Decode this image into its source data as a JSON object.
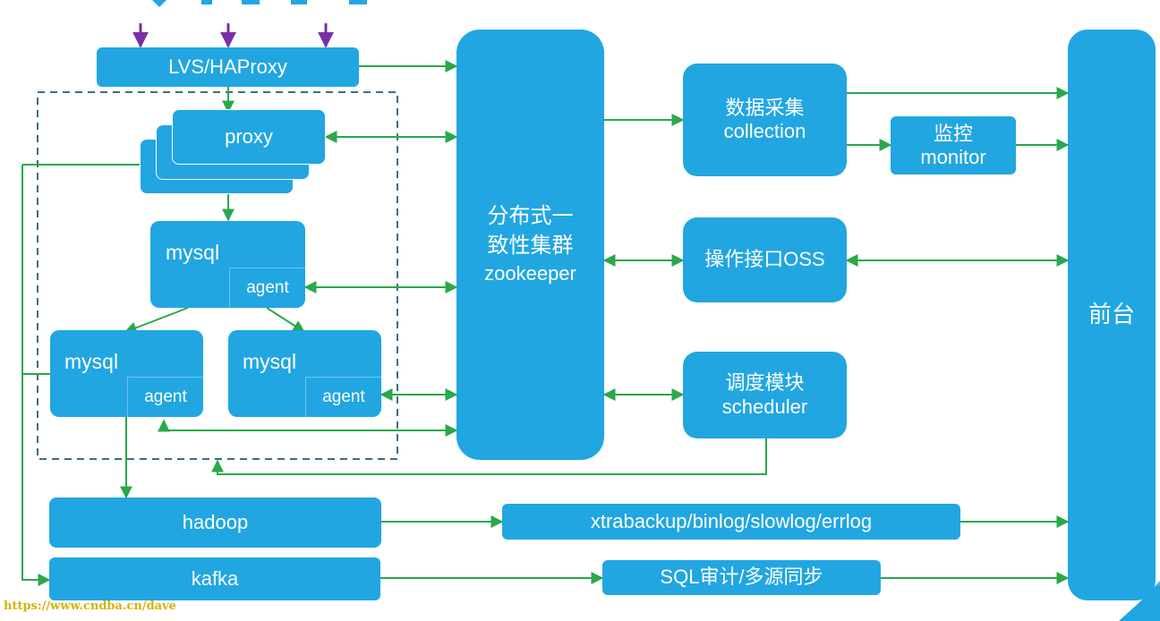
{
  "lvs": "LVS/HAProxy",
  "proxy": "proxy",
  "mysql_master": "mysql",
  "mysql_slave_a": "mysql",
  "mysql_slave_b": "mysql",
  "agent": "agent",
  "zookeeper": [
    "分布式一",
    "致性集群",
    "zookeeper"
  ],
  "collection": [
    "数据采集",
    "collection"
  ],
  "monitor": [
    "监控",
    "monitor"
  ],
  "oss": "操作接口OSS",
  "scheduler": [
    "调度模块",
    "scheduler"
  ],
  "frontend": "前台",
  "hadoop": "hadoop",
  "kafka": "kafka",
  "logs": "xtrabackup/binlog/slowlog/errlog",
  "sql_audit": "SQL审计/多源同步",
  "watermark": "https://www.cndba.cn/dave",
  "colors": {
    "box": "#21a6e2",
    "arrow": "#2aa84a",
    "entry_arrow": "#7a2fa6",
    "dash": "#3c6d8c"
  }
}
